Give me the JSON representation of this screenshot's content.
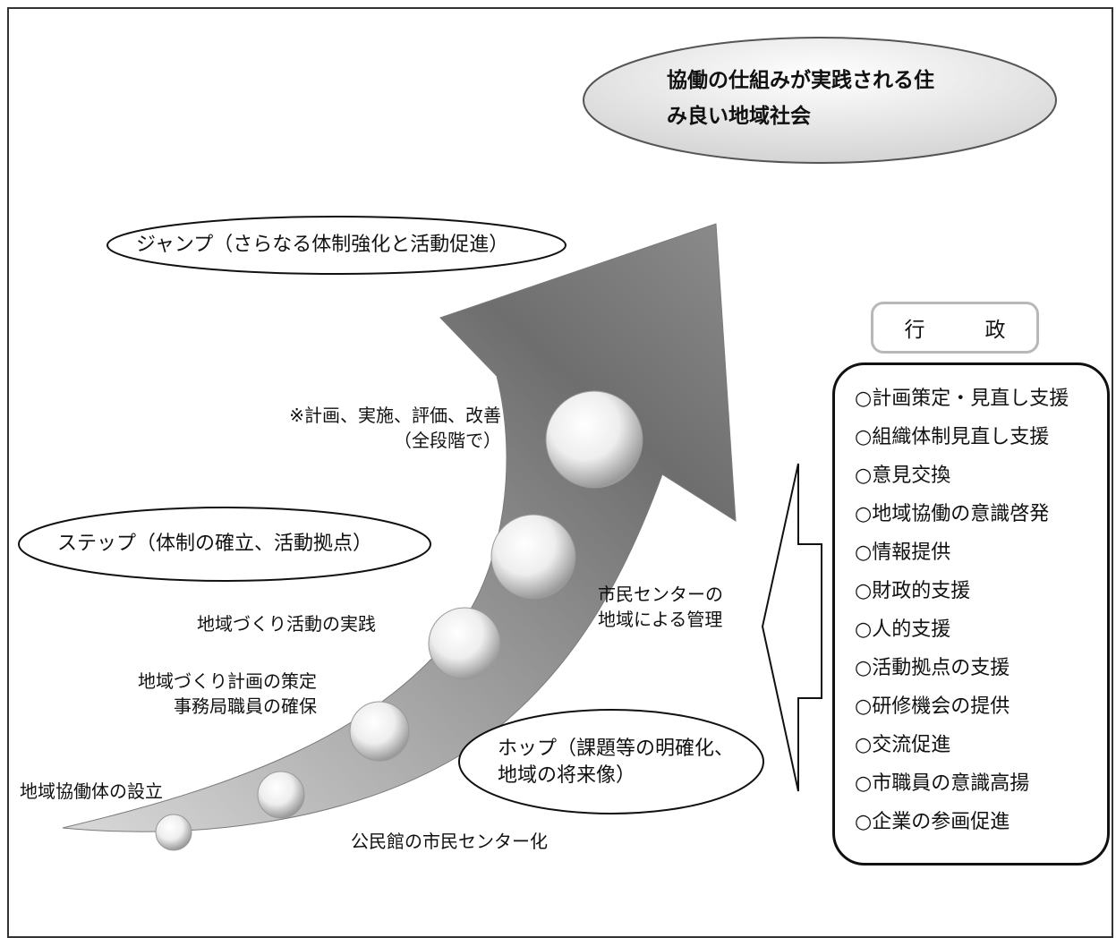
{
  "goal": "協働の仕組みが実践される住\nみ良い地域社会",
  "stages": {
    "jump": "ジャンプ（さらなる体制強化と活動促進）",
    "step": "ステップ（体制の確立、活動拠点）",
    "hop": "ホップ（課題等の明確化、\n地域の将来像）"
  },
  "notes": {
    "cycle": "※計画、実施、評価、改善\n（全段階で）",
    "practice": "地域づくり活動の実践",
    "plan": "地域づくり計画の策定\n事務局職員の確保",
    "establish": "地域協働体の設立",
    "center": "市民センターの\n地域による管理",
    "conversion": "公民館の市民センター化"
  },
  "admin": {
    "title": "行　政",
    "items": [
      "○計画策定・見直し支援",
      "○組織体制見直し支援",
      "○意見交換",
      "○地域協働の意識啓発",
      "○情報提供",
      "○財政的支援",
      "○人的支援",
      "○活動拠点の支援",
      "○研修機会の提供",
      "○交流促進",
      "○市職員の意識高揚",
      "○企業の参画促進"
    ]
  }
}
